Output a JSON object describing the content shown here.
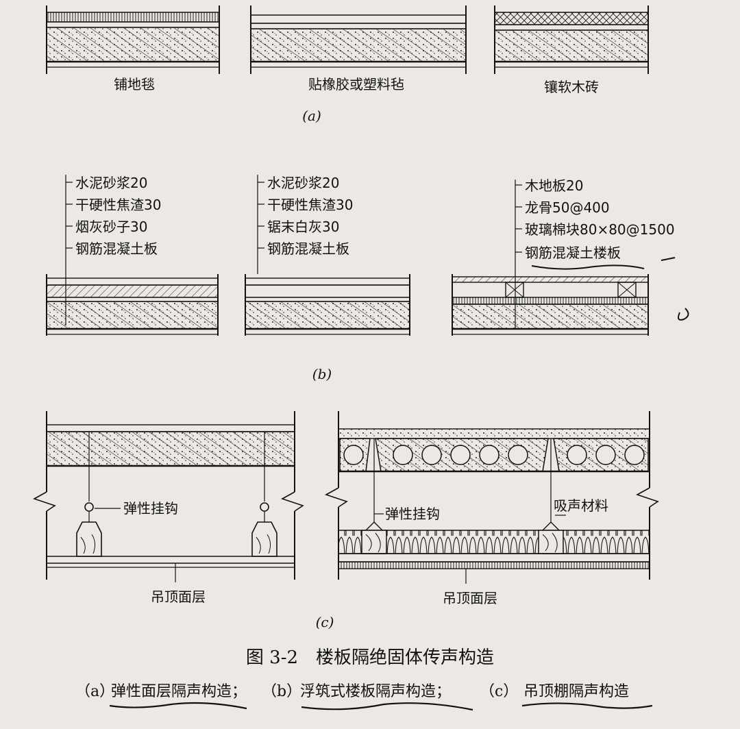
{
  "figure": {
    "title": "图 3-2　楼板隔绝固体传声构造",
    "caption": {
      "part_a_tag": "（a）",
      "part_a_text": "弹性面层隔声构造；",
      "part_b_tag": "（b）",
      "part_b_text": "浮筑式楼板隔声构造；",
      "part_c_tag": "（c）",
      "part_c_text": "吊顶棚隔声构造"
    },
    "annotations": {
      "handwritten_mark": "ʊ"
    }
  },
  "section_a": {
    "tag": "(a)",
    "panels": [
      {
        "label": "铺地毯"
      },
      {
        "label": "贴橡胶或塑料毡"
      },
      {
        "label": "镶软木砖"
      }
    ]
  },
  "section_b": {
    "tag": "(b)",
    "panels": [
      {
        "layers": [
          "水泥砂浆20",
          "干硬性焦渣30",
          "烟灰砂子30",
          "钢筋混凝土板"
        ]
      },
      {
        "layers": [
          "水泥砂浆20",
          "干硬性焦渣30",
          "锯末白灰30",
          "钢筋混凝土板"
        ]
      },
      {
        "layers": [
          "木地板20",
          "龙骨50@400",
          "玻璃棉块80×80@1500",
          "钢筋混凝土楼板"
        ]
      }
    ]
  },
  "section_c": {
    "tag": "(c)",
    "left": {
      "hook_label": "弹性挂钩",
      "ceiling_label": "吊顶面层"
    },
    "right": {
      "hook_label": "弹性挂钩",
      "absorb_label": "吸声材料",
      "ceiling_label": "吊顶面层"
    }
  }
}
